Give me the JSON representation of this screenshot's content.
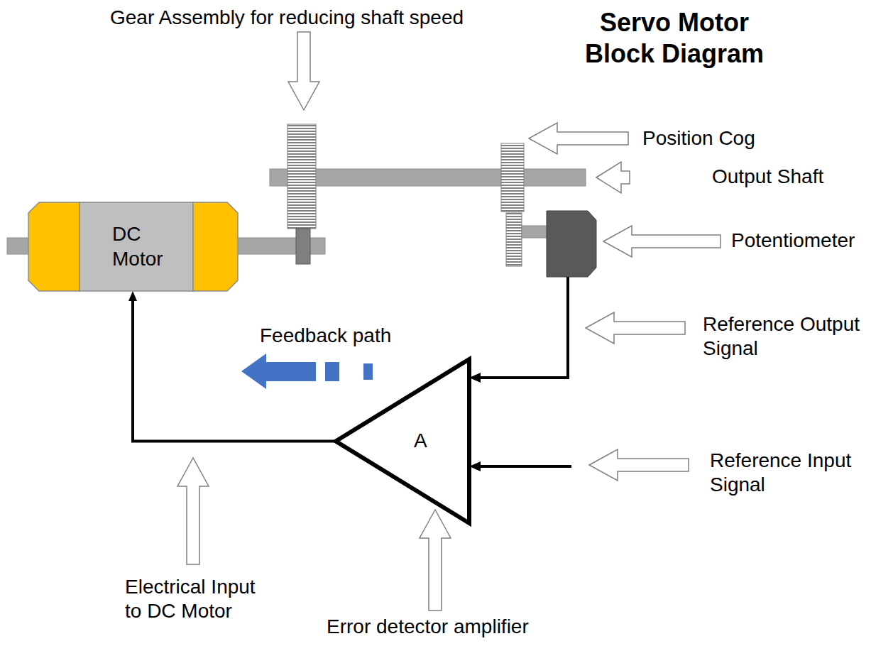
{
  "diagram": {
    "title": "Servo Motor Block Diagram",
    "nodes": [
      {
        "text": [
          "DC Motor"
        ]
      },
      {
        "text": [
          "A"
        ]
      }
    ],
    "edges": [
      {
        "from": 1,
        "to": 0,
        "arrow": "to"
      }
    ],
    "labels": [
      "Gear Assembly for reducing shaft speed",
      "Position Cog",
      "Output Shaft",
      "Potentiometer",
      "Feedback path",
      "Reference Output Signal",
      "Reference Input Signal",
      "Electrical Input to DC Motor",
      "Error detector amplifier"
    ]
  }
}
